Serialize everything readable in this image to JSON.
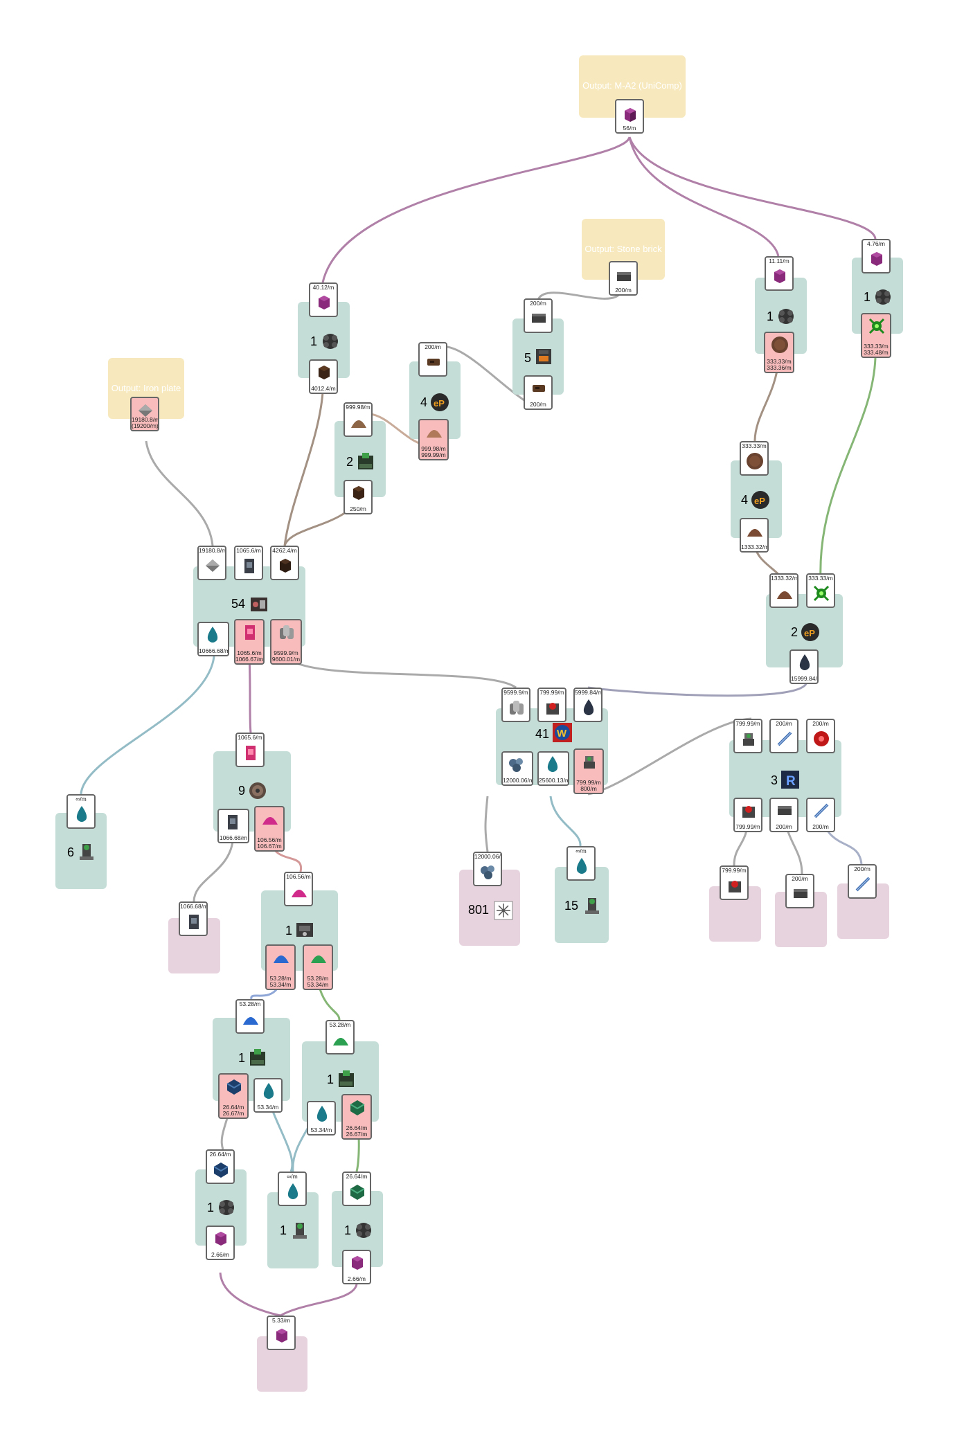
{
  "colors": {
    "recipe_bg": "#c4ddd7",
    "output_bg": "#f7e9bd",
    "sink_bg": "#e7d3de",
    "over_card": "#f8bcbc",
    "link_purple": "#b080a8",
    "link_gray": "#aaaaaa",
    "link_brown": "#a39184",
    "link_teal": "#93bcc6",
    "link_green": "#86b676",
    "link_blue": "#8fa7d6"
  },
  "outputs": {
    "main": {
      "title": "Output: M-A2 (UniComp)",
      "rate": "56/m",
      "icon": "purple-cube-icon"
    },
    "stone": {
      "title": "Output: Stone brick",
      "rate": "200/m",
      "icon": "stone-brick-icon"
    },
    "iron": {
      "title": "Output: Iron plate",
      "rate": "19180.8/m",
      "rate2": "(19200/m)",
      "icon": "iron-plate-icon"
    }
  },
  "recipes": {
    "unicomp_a": {
      "count": "1",
      "machine": "assembler-icon",
      "in": [
        "40.12/m"
      ],
      "out": [
        "4012.4/m"
      ]
    },
    "press_a": {
      "count": "2",
      "machine": "press-icon",
      "in": [
        "999.98/m"
      ],
      "out": [
        "250/m"
      ]
    },
    "ep_a": {
      "count": "4",
      "machine": "ep-icon",
      "in": [
        "200/m"
      ],
      "out": [
        "999.98/m",
        "999.99/m"
      ]
    },
    "stone_furnace": {
      "count": "5",
      "machine": "furnace-icon",
      "in": [
        "200/m"
      ],
      "out": [
        "200/m"
      ]
    },
    "unicomp_b": {
      "count": "1",
      "machine": "assembler-icon",
      "in": [
        "11.11/m"
      ],
      "out": [
        "333.33/m",
        "333.36/m"
      ]
    },
    "unicomp_c": {
      "count": "1",
      "machine": "assembler-icon",
      "in": [
        "4.76/m"
      ],
      "out": [
        "333.33/m",
        "333.48/m"
      ]
    },
    "ep_b": {
      "count": "4",
      "machine": "ep-icon",
      "in": [
        "333.33/m"
      ],
      "out": [
        "1333.32/m"
      ]
    },
    "ep_c": {
      "count": "2",
      "machine": "ep-icon",
      "in": [
        "1333.32/m",
        "333.33/m"
      ],
      "out": [
        "15999.84/m"
      ]
    },
    "big_plant": {
      "count": "54",
      "machine": "big-plant-icon",
      "in": [
        "19180.8/m",
        "1065.6/m",
        "4262.4/m"
      ],
      "out": [
        "10666.68/m",
        "1065.6/m",
        "1066.67/m",
        "9599.9/m",
        "9600.01/m"
      ]
    },
    "w_plant": {
      "count": "41",
      "machine": "w-icon",
      "in": [
        "9599.9/m",
        "799.99/m",
        "5999.84/m"
      ],
      "out": [
        "12000.06/m",
        "25600.13/m",
        "799.99/m",
        "800/m"
      ]
    },
    "r_plant": {
      "count": "3",
      "machine": "r-icon",
      "in": [
        "799.99/m",
        "200/m",
        "200/m"
      ],
      "out": [
        "799.99/m",
        "200/m",
        "200/m"
      ]
    },
    "water_left": {
      "count": "6",
      "machine": "pump-icon",
      "in": [
        "∞/m"
      ]
    },
    "crusher": {
      "count": "9",
      "machine": "crusher-icon",
      "in": [
        "1065.6/m"
      ],
      "out": [
        "1066.68/m",
        "106.56/m",
        "106.67/m"
      ]
    },
    "sorter": {
      "count": "1",
      "machine": "sorter-icon",
      "in": [
        "106.56/m"
      ],
      "out": [
        "53.28/m",
        "53.34/m",
        "53.28/m",
        "53.34/m"
      ]
    },
    "sink_801": {
      "count": "801",
      "machine": "sink-icon",
      "in": [
        "12000.06/m"
      ]
    },
    "water_15": {
      "count": "15",
      "machine": "pump-icon",
      "in": [
        "∞/m"
      ]
    },
    "press_blue": {
      "count": "1",
      "machine": "press-icon",
      "in": [
        "53.28/m"
      ],
      "out": [
        "26.64/m",
        "26.67/m",
        "53.34/m"
      ]
    },
    "press_green": {
      "count": "1",
      "machine": "press-icon",
      "in": [
        "53.28/m"
      ],
      "out": [
        "53.34/m",
        "26.64/m",
        "26.67/m"
      ]
    },
    "asm_blue": {
      "count": "1",
      "machine": "assembler-icon",
      "in": [
        "26.64/m"
      ],
      "out": [
        "2.66/m"
      ]
    },
    "water_small": {
      "count": "1",
      "machine": "pump-icon",
      "in": [
        "∞/m"
      ]
    },
    "asm_green": {
      "count": "1",
      "machine": "assembler-icon",
      "in": [
        "26.64/m"
      ],
      "out": [
        "2.66/m"
      ]
    }
  },
  "sinks": {
    "stone_bin": "1066.68/m",
    "r_in_1": "799.99/m",
    "r_in_2": "200/m",
    "r_in_3": "200/m",
    "final": "5.33/m"
  }
}
